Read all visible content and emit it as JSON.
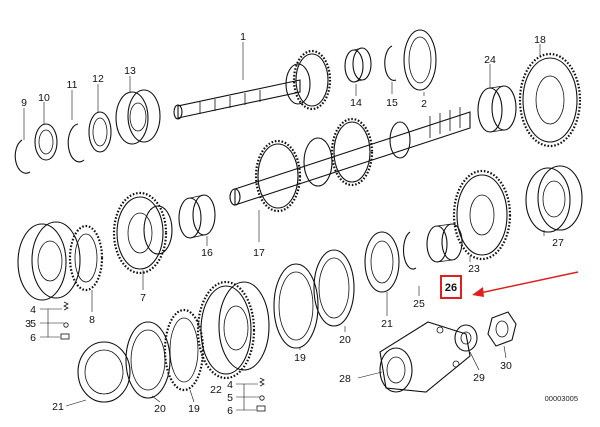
{
  "labels": {
    "l1": "1",
    "l2": "2",
    "l3": "3",
    "l4": "4",
    "l5": "5",
    "l6": "6",
    "l7": "7",
    "l8": "8",
    "l9": "9",
    "l10": "10",
    "l11": "11",
    "l12": "12",
    "l13": "13",
    "l14": "14",
    "l15": "15",
    "l16": "16",
    "l17": "17",
    "l18": "18",
    "l19a": "19",
    "l19b": "19",
    "l20a": "20",
    "l20b": "20",
    "l21a": "21",
    "l21b": "21",
    "l22": "22",
    "l23": "23",
    "l24": "24",
    "l25": "25",
    "l26": "26",
    "l27": "27",
    "l28": "28",
    "l29": "29",
    "l30": "30",
    "l4b": "4",
    "l5b": "5",
    "l6b": "6"
  },
  "caption": "00003005",
  "highlight": {
    "color": "#e02020",
    "label": "26"
  }
}
